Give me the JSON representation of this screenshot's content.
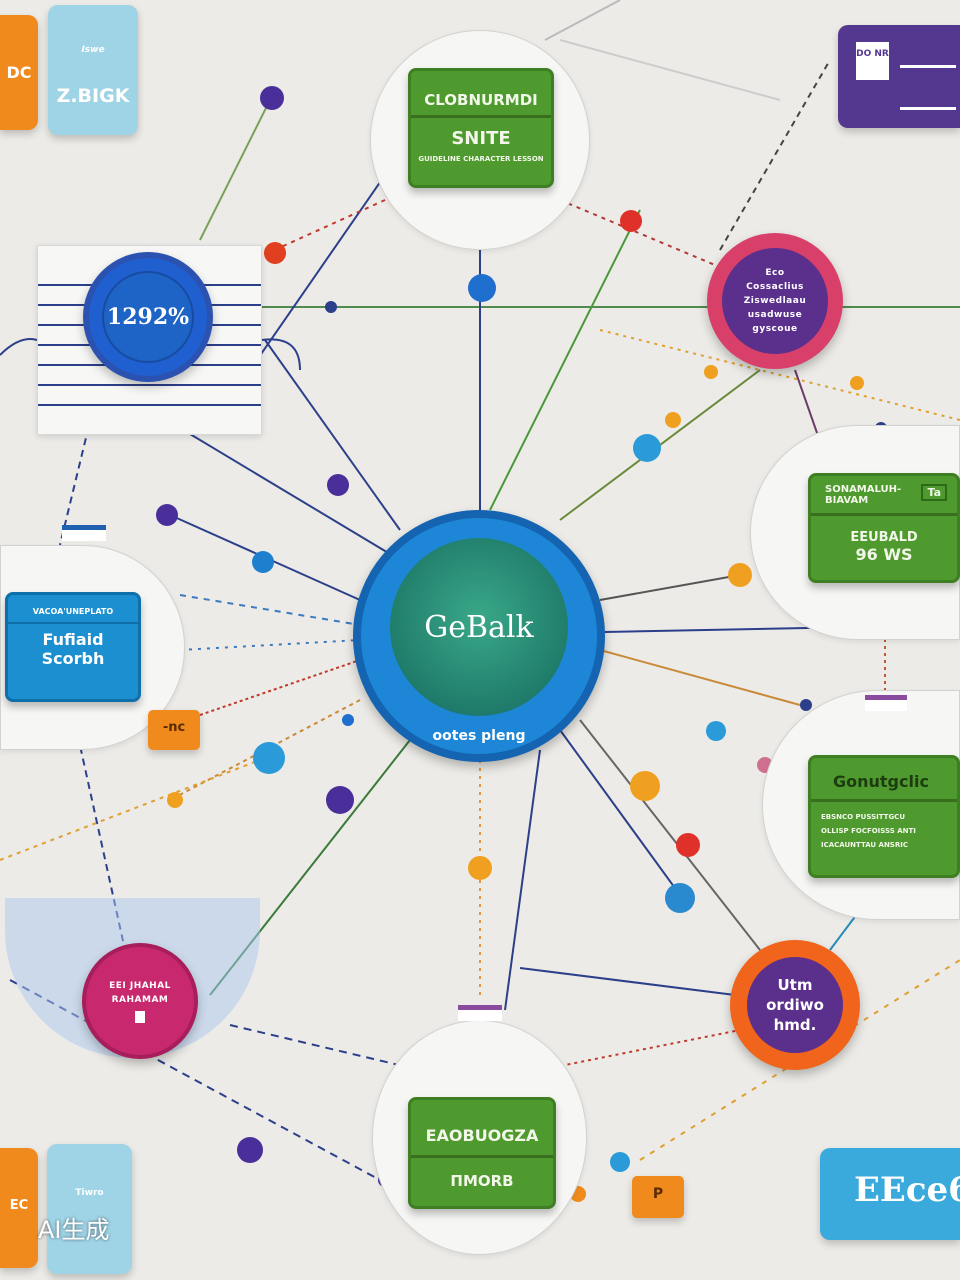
{
  "tiles": {
    "top_left_orange": "DC",
    "top_left_blue_small": "Iswe",
    "top_left_blue_main": "Z.BIGK",
    "bottom_left_orange": "EC",
    "bottom_left_blue": "Tiwro",
    "bottom_right_blue": "EEce6",
    "purple_card_label": "DO NR"
  },
  "nodes": {
    "top_green": {
      "title": "CLOBNURMDI",
      "subtitle": "SNITE",
      "caption": "GUIDELINE CHARACTER LESSON"
    },
    "left_doc_circle": {
      "value": "1292%"
    },
    "pink_circle": {
      "lines": [
        "Eco",
        "Cossaclius",
        "Ziswedlaau",
        "usadwuse",
        "gyscoue"
      ]
    },
    "center_hub": {
      "title": "GeBalk",
      "subtitle": "ootes pleng"
    },
    "left_blue": {
      "header": "VACOA'UNEPLATO",
      "line1": "Fufiaid",
      "line2": "Scorbh",
      "tag": "-nc"
    },
    "right_green_top": {
      "header": "SONAMALUH-",
      "sub": "BIAVAM",
      "badge": "Ta",
      "line1": "EEUBALD",
      "line2": "96 WS"
    },
    "right_green_bottom": {
      "title": "Gonutgclic",
      "lines": [
        "EBSNCO PUSSITTGCU",
        "OLLISP FOCFOISSS ANTI",
        "ICACAUNTTAU ANSRIC"
      ]
    },
    "orange_circle": {
      "lines": [
        "Utm",
        "ordiwo",
        "hmd."
      ]
    },
    "magenta_circle": {
      "line1": "EEI JHAHAL",
      "line2": "RAHAMAM"
    },
    "bottom_green": {
      "title": "EAOBUOGZA",
      "subtitle": "ΠMORB",
      "tag": "P"
    }
  },
  "watermark": "AI生成",
  "colors": {
    "green": "#4f9a2e",
    "blue": "#1b8fd0",
    "purple": "#5b3a96",
    "orange": "#f08a1c",
    "pink": "#d8406a"
  }
}
